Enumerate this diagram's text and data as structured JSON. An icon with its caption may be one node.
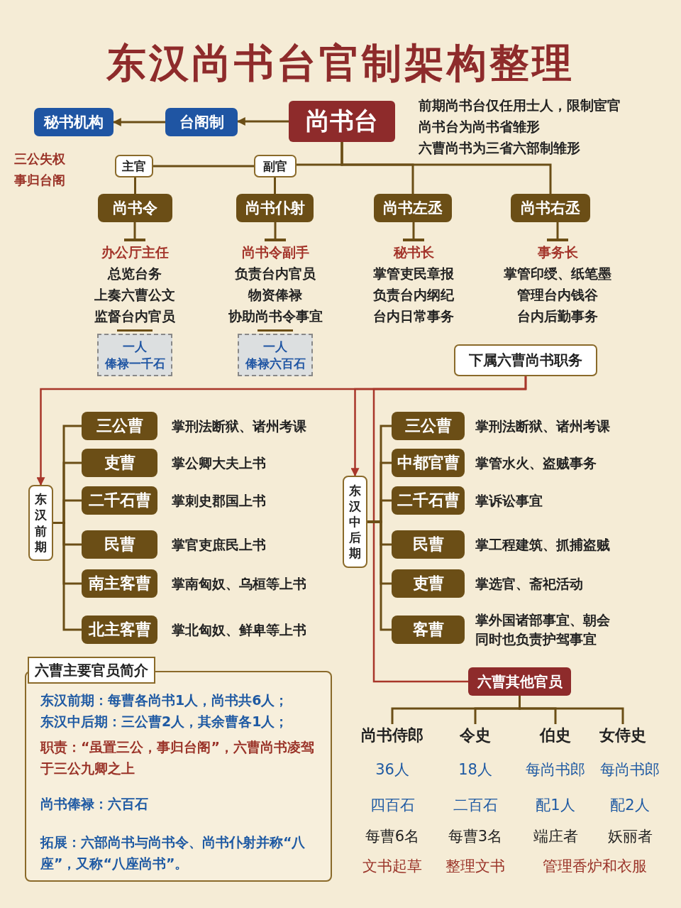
{
  "diagram": {
    "title": "东汉尚书台官制架构整理",
    "nodes": [
      {
        "text": [
          "尚书台"
        ]
      },
      {
        "text": [
          "台阁制"
        ]
      },
      {
        "text": [
          "秘书机构"
        ]
      },
      {
        "text": [
          "主官"
        ]
      },
      {
        "text": [
          "副官"
        ]
      },
      {
        "text": [
          "尚书令"
        ]
      },
      {
        "text": [
          "尚书仆射"
        ]
      },
      {
        "text": [
          "尚书左丞"
        ]
      },
      {
        "text": [
          "尚书右丞"
        ]
      },
      {
        "text": [
          "办公厅主任",
          "总览台务",
          "上奏六曹公文",
          "监督台内官员"
        ]
      },
      {
        "text": [
          "一人",
          "俸禄一千石"
        ]
      },
      {
        "text": [
          "尚书令副手",
          "负责台内官员",
          "物资俸禄",
          "协助尚书令事宜"
        ]
      },
      {
        "text": [
          "一人",
          "俸禄六百石"
        ]
      },
      {
        "text": [
          "秘书长",
          "掌管吏民章报",
          "负责台内纲纪",
          "台内日常事务"
        ]
      },
      {
        "text": [
          "事务长",
          "掌管印绶、纸笔墨",
          "管理台内钱谷",
          "台内后勤事务"
        ]
      },
      {
        "text": [
          "下属六曹尚书职务"
        ]
      },
      {
        "text": [
          "东汉前期"
        ]
      },
      {
        "text": [
          "三公曹"
        ],
        "beside": [
          "掌刑法断狱、诸州考课"
        ]
      },
      {
        "text": [
          "吏曹"
        ],
        "beside": [
          "掌公卿大夫上书"
        ]
      },
      {
        "text": [
          "二千石曹"
        ],
        "beside": [
          "掌刺史郡国上书"
        ]
      },
      {
        "text": [
          "民曹"
        ],
        "beside": [
          "掌官吏庶民上书"
        ]
      },
      {
        "text": [
          "南主客曹"
        ],
        "beside": [
          "掌南匈奴、乌桓等上书"
        ]
      },
      {
        "text": [
          "北主客曹"
        ],
        "beside": [
          "掌北匈奴、鲜卑等上书"
        ]
      },
      {
        "text": [
          "东汉中后期"
        ]
      },
      {
        "text": [
          "三公曹"
        ],
        "beside": [
          "掌刑法断狱、诸州考课"
        ]
      },
      {
        "text": [
          "中都官曹"
        ],
        "beside": [
          "掌管水火、盗贼事务"
        ]
      },
      {
        "text": [
          "二千石曹"
        ],
        "beside": [
          "掌诉讼事宜"
        ]
      },
      {
        "text": [
          "民曹"
        ],
        "beside": [
          "掌工程建筑、抓捕盗贼"
        ]
      },
      {
        "text": [
          "吏曹"
        ],
        "beside": [
          "掌选官、斋祀活动"
        ]
      },
      {
        "text": [
          "客曹"
        ],
        "beside": [
          "掌外国诸部事宜、朝会同时也负责护驾事宜"
        ]
      },
      {
        "text": [
          "六曹主要官员简介",
          "东汉前期：每曹各尚书1人，尚书共6人；",
          "东汉中后期：三公曹2人，其余曹各1人；",
          "职责：“虽置三公，事归台阁”，六曹尚书凌驾于三公九卿之上",
          "尚书俸禄：六百石",
          "拓展：六部尚书与尚书令、尚书仆射并称“八座”，又称“八座尚书”。"
        ]
      },
      {
        "text": [
          "六曹其他官员"
        ]
      },
      {
        "text": [
          "尚书侍郎"
        ]
      },
      {
        "text": [
          "令史"
        ]
      },
      {
        "text": [
          "伯史"
        ]
      },
      {
        "text": [
          "女侍史"
        ]
      }
    ],
    "edges": [
      {
        "from": 0,
        "to": 1,
        "arrow": "to"
      },
      {
        "from": 1,
        "to": 2,
        "arrow": "to"
      },
      {
        "from": 4,
        "to": 3,
        "arrow": "none"
      },
      {
        "from": 0,
        "to": 4,
        "arrow": "none"
      },
      {
        "from": 0,
        "to": 7,
        "arrow": "none"
      },
      {
        "from": 0,
        "to": 8,
        "arrow": "none"
      },
      {
        "from": 3,
        "to": 5,
        "arrow": "none"
      },
      {
        "from": 4,
        "to": 6,
        "arrow": "none"
      },
      {
        "from": 5,
        "to": 9,
        "arrow": "other"
      },
      {
        "from": 6,
        "to": 11,
        "arrow": "other"
      },
      {
        "from": 7,
        "to": 13,
        "arrow": "other"
      },
      {
        "from": 8,
        "to": 14,
        "arrow": "other"
      },
      {
        "from": 15,
        "to": 16,
        "arrow": "to",
        "color": "#a8362a"
      },
      {
        "from": 15,
        "to": 23,
        "arrow": "to",
        "color": "#a8362a"
      },
      {
        "from": 15,
        "to": 31,
        "arrow": "none",
        "color": "#a8362a"
      },
      {
        "from": 16,
        "to": 17,
        "arrow": "none"
      },
      {
        "from": 16,
        "to": 18,
        "arrow": "none"
      },
      {
        "from": 16,
        "to": 19,
        "arrow": "none"
      },
      {
        "from": 16,
        "to": 20,
        "arrow": "none"
      },
      {
        "from": 16,
        "to": 21,
        "arrow": "none"
      },
      {
        "from": 16,
        "to": 22,
        "arrow": "none"
      },
      {
        "from": 23,
        "to": 24,
        "arrow": "none"
      },
      {
        "from": 23,
        "to": 25,
        "arrow": "none"
      },
      {
        "from": 23,
        "to": 26,
        "arrow": "none"
      },
      {
        "from": 23,
        "to": 27,
        "arrow": "none"
      },
      {
        "from": 23,
        "to": 28,
        "arrow": "none"
      },
      {
        "from": 23,
        "to": 29,
        "arrow": "none"
      },
      {
        "from": 31,
        "to": 32,
        "arrow": "none"
      },
      {
        "from": 31,
        "to": 33,
        "arrow": "none"
      },
      {
        "from": 31,
        "to": 34,
        "arrow": "none"
      },
      {
        "from": 31,
        "to": 35,
        "arrow": "none"
      }
    ],
    "labels": [
      "前期尚书台仅任用士人，限制宦官",
      "尚书台为尚书省雏形",
      "六曹尚书为三省六部制雏形",
      "三公失权",
      "事归台阁",
      "36人",
      "18人",
      "每尚书郎",
      "每尚书郎",
      "四百石",
      "二百石",
      "配1人",
      "配2人",
      "每曹6名",
      "每曹3名",
      "端庄者",
      "妖丽者",
      "文书起草",
      "整理文书",
      "管理香炉和衣服"
    ]
  }
}
